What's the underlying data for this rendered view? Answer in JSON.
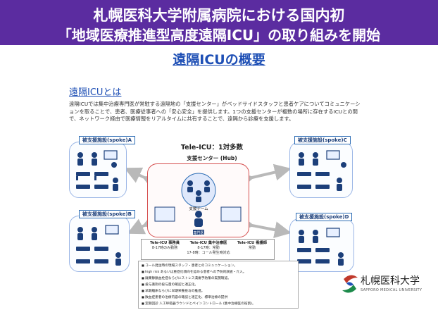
{
  "header": {
    "line1": "札幌医科大学附属病院における国内初",
    "line2": "「地域医療推進型高度遠隔ICU」の取り組みを開始"
  },
  "subtitle": "遠隔ICUの概要",
  "section_title": "遠隔ICUとは",
  "description": "遠隔ICUでは集中治療専門医が常駐する遠隔地の「支援センター」がベッドサイドスタッフと患者ケアについてコミュニケーションを取ることで、患者、医療従事者への「安心安全」を提供します。1つの支援センターが複数の場所に存在するICUとの間で、ネットワーク経由で医療情報をリアルタイムに共有することで、遠隔から診療を支援します。",
  "diagram": {
    "spokes": {
      "a": "被支援施設(spoke)A",
      "b": "被支援施設(spoke)B",
      "c": "被支援施設(spoke)C",
      "d": "被支援施設(spoke)D"
    },
    "hub_title": "Tele-ICU：1対多数",
    "hub_subtitle": "支援センター (Hub)",
    "hub_team_label": "支援チーム",
    "hub_specialist_label": "専門医",
    "colors": {
      "accent": "#5b2ca0",
      "title_blue": "#1e4fb5",
      "hub_border": "#d54d4d",
      "spoke_border": "#9bb6e6",
      "arrow": "#b9b9b9"
    }
  },
  "staff_table": {
    "clerk": {
      "title": "Tele-ICU 事務員",
      "value": "8-17時のみ勤務"
    },
    "doctor": {
      "title": "Tele-ICU 集中治療医",
      "value1": "8-17時：常勤",
      "value2": "17-8時：コール発生時対応"
    },
    "nurse": {
      "title": "Tele-ICU 看護師",
      "value": "常勤"
    }
  },
  "bullets": [
    "コール発生時の現場スタッフ・患者とのコミュニケーション。",
    "high risk あるいは重症化傾向を認める患者への予防的調査・介入。",
    "廃棄静脈血栓症ならびにストレス潰瘍予防策の実施確認。",
    "投与薬剤の投与量の確認と適正化。",
    "早期離床ならびに早期栄養投与の推進。",
    "敗血症患者の治療内容の確認と適正化、標準治療の提供",
    "定期回診 人工呼吸器ラウンドとペインコントロール (集中治療医の役割)。"
  ],
  "logo": {
    "name_ja": "札幌医科大学",
    "name_en": "SAPPORO MEDICAL UNIVERSITY",
    "icon": "university-logo-icon"
  }
}
